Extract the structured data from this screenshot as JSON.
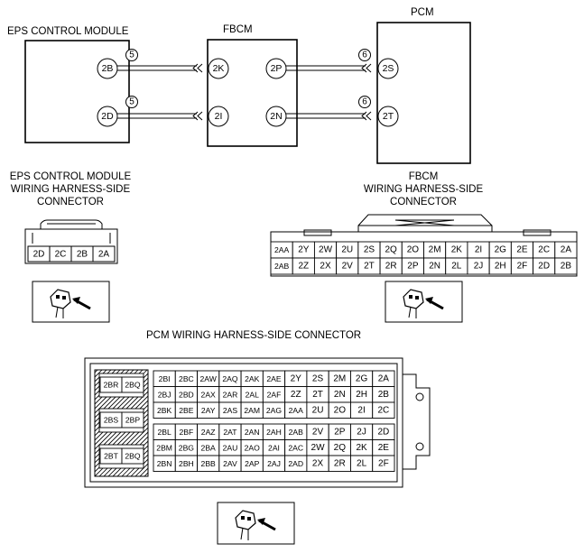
{
  "wiring": {
    "eps_title": "EPS CONTROL MODULE",
    "fbcm_title": "FBCM",
    "pcm_title": "PCM",
    "eps_pins": [
      "2B",
      "2D"
    ],
    "fbcm_left_pins": [
      "2K",
      "2I"
    ],
    "fbcm_right_pins": [
      "2P",
      "2N"
    ],
    "pcm_pins": [
      "2S",
      "2T"
    ],
    "left_wire_nums": [
      "5",
      "5"
    ],
    "right_wire_nums": [
      "6",
      "6"
    ]
  },
  "eps_connector": {
    "title_lines": [
      "EPS CONTROL MODULE",
      "WIRING HARNESS-SIDE",
      "CONNECTOR"
    ],
    "pins": [
      "2D",
      "2C",
      "2B",
      "2A"
    ]
  },
  "fbcm_connector": {
    "title_lines": [
      "FBCM",
      "WIRING HARNESS-SIDE",
      "CONNECTOR"
    ],
    "row1": [
      "2AA",
      "2Y",
      "2W",
      "2U",
      "2S",
      "2Q",
      "2O",
      "2M",
      "2K",
      "2I",
      "2G",
      "2E",
      "2C",
      "2A"
    ],
    "row2": [
      "2AB",
      "2Z",
      "2X",
      "2V",
      "2T",
      "2R",
      "2P",
      "2N",
      "2L",
      "2J",
      "2H",
      "2F",
      "2D",
      "2B"
    ]
  },
  "pcm_connector": {
    "title": "PCM WIRING HARNESS-SIDE CONNECTOR",
    "left_pins": [
      "2BR",
      "2BQ",
      "2BS",
      "2BP",
      "2BT",
      "2BQ"
    ],
    "top_rows": [
      [
        "2BI",
        "2BC",
        "2AW",
        "2AQ",
        "2AK",
        "2AE",
        "2Y",
        "2S",
        "2M",
        "2G",
        "2A"
      ],
      [
        "2BJ",
        "2BD",
        "2AX",
        "2AR",
        "2AL",
        "2AF",
        "2Z",
        "2T",
        "2N",
        "2H",
        "2B"
      ],
      [
        "2BK",
        "2BE",
        "2AY",
        "2AS",
        "2AM",
        "2AG",
        "2AA",
        "2U",
        "2O",
        "2I",
        "2C"
      ]
    ],
    "bottom_rows": [
      [
        "2BL",
        "2BF",
        "2AZ",
        "2AT",
        "2AN",
        "2AH",
        "2AB",
        "2V",
        "2P",
        "2J",
        "2D"
      ],
      [
        "2BM",
        "2BG",
        "2BA",
        "2AU",
        "2AO",
        "2AI",
        "2AC",
        "2W",
        "2Q",
        "2K",
        "2E"
      ],
      [
        "2BN",
        "2BH",
        "2BB",
        "2AV",
        "2AP",
        "2AJ",
        "2AD",
        "2X",
        "2R",
        "2L",
        "2F"
      ]
    ]
  }
}
